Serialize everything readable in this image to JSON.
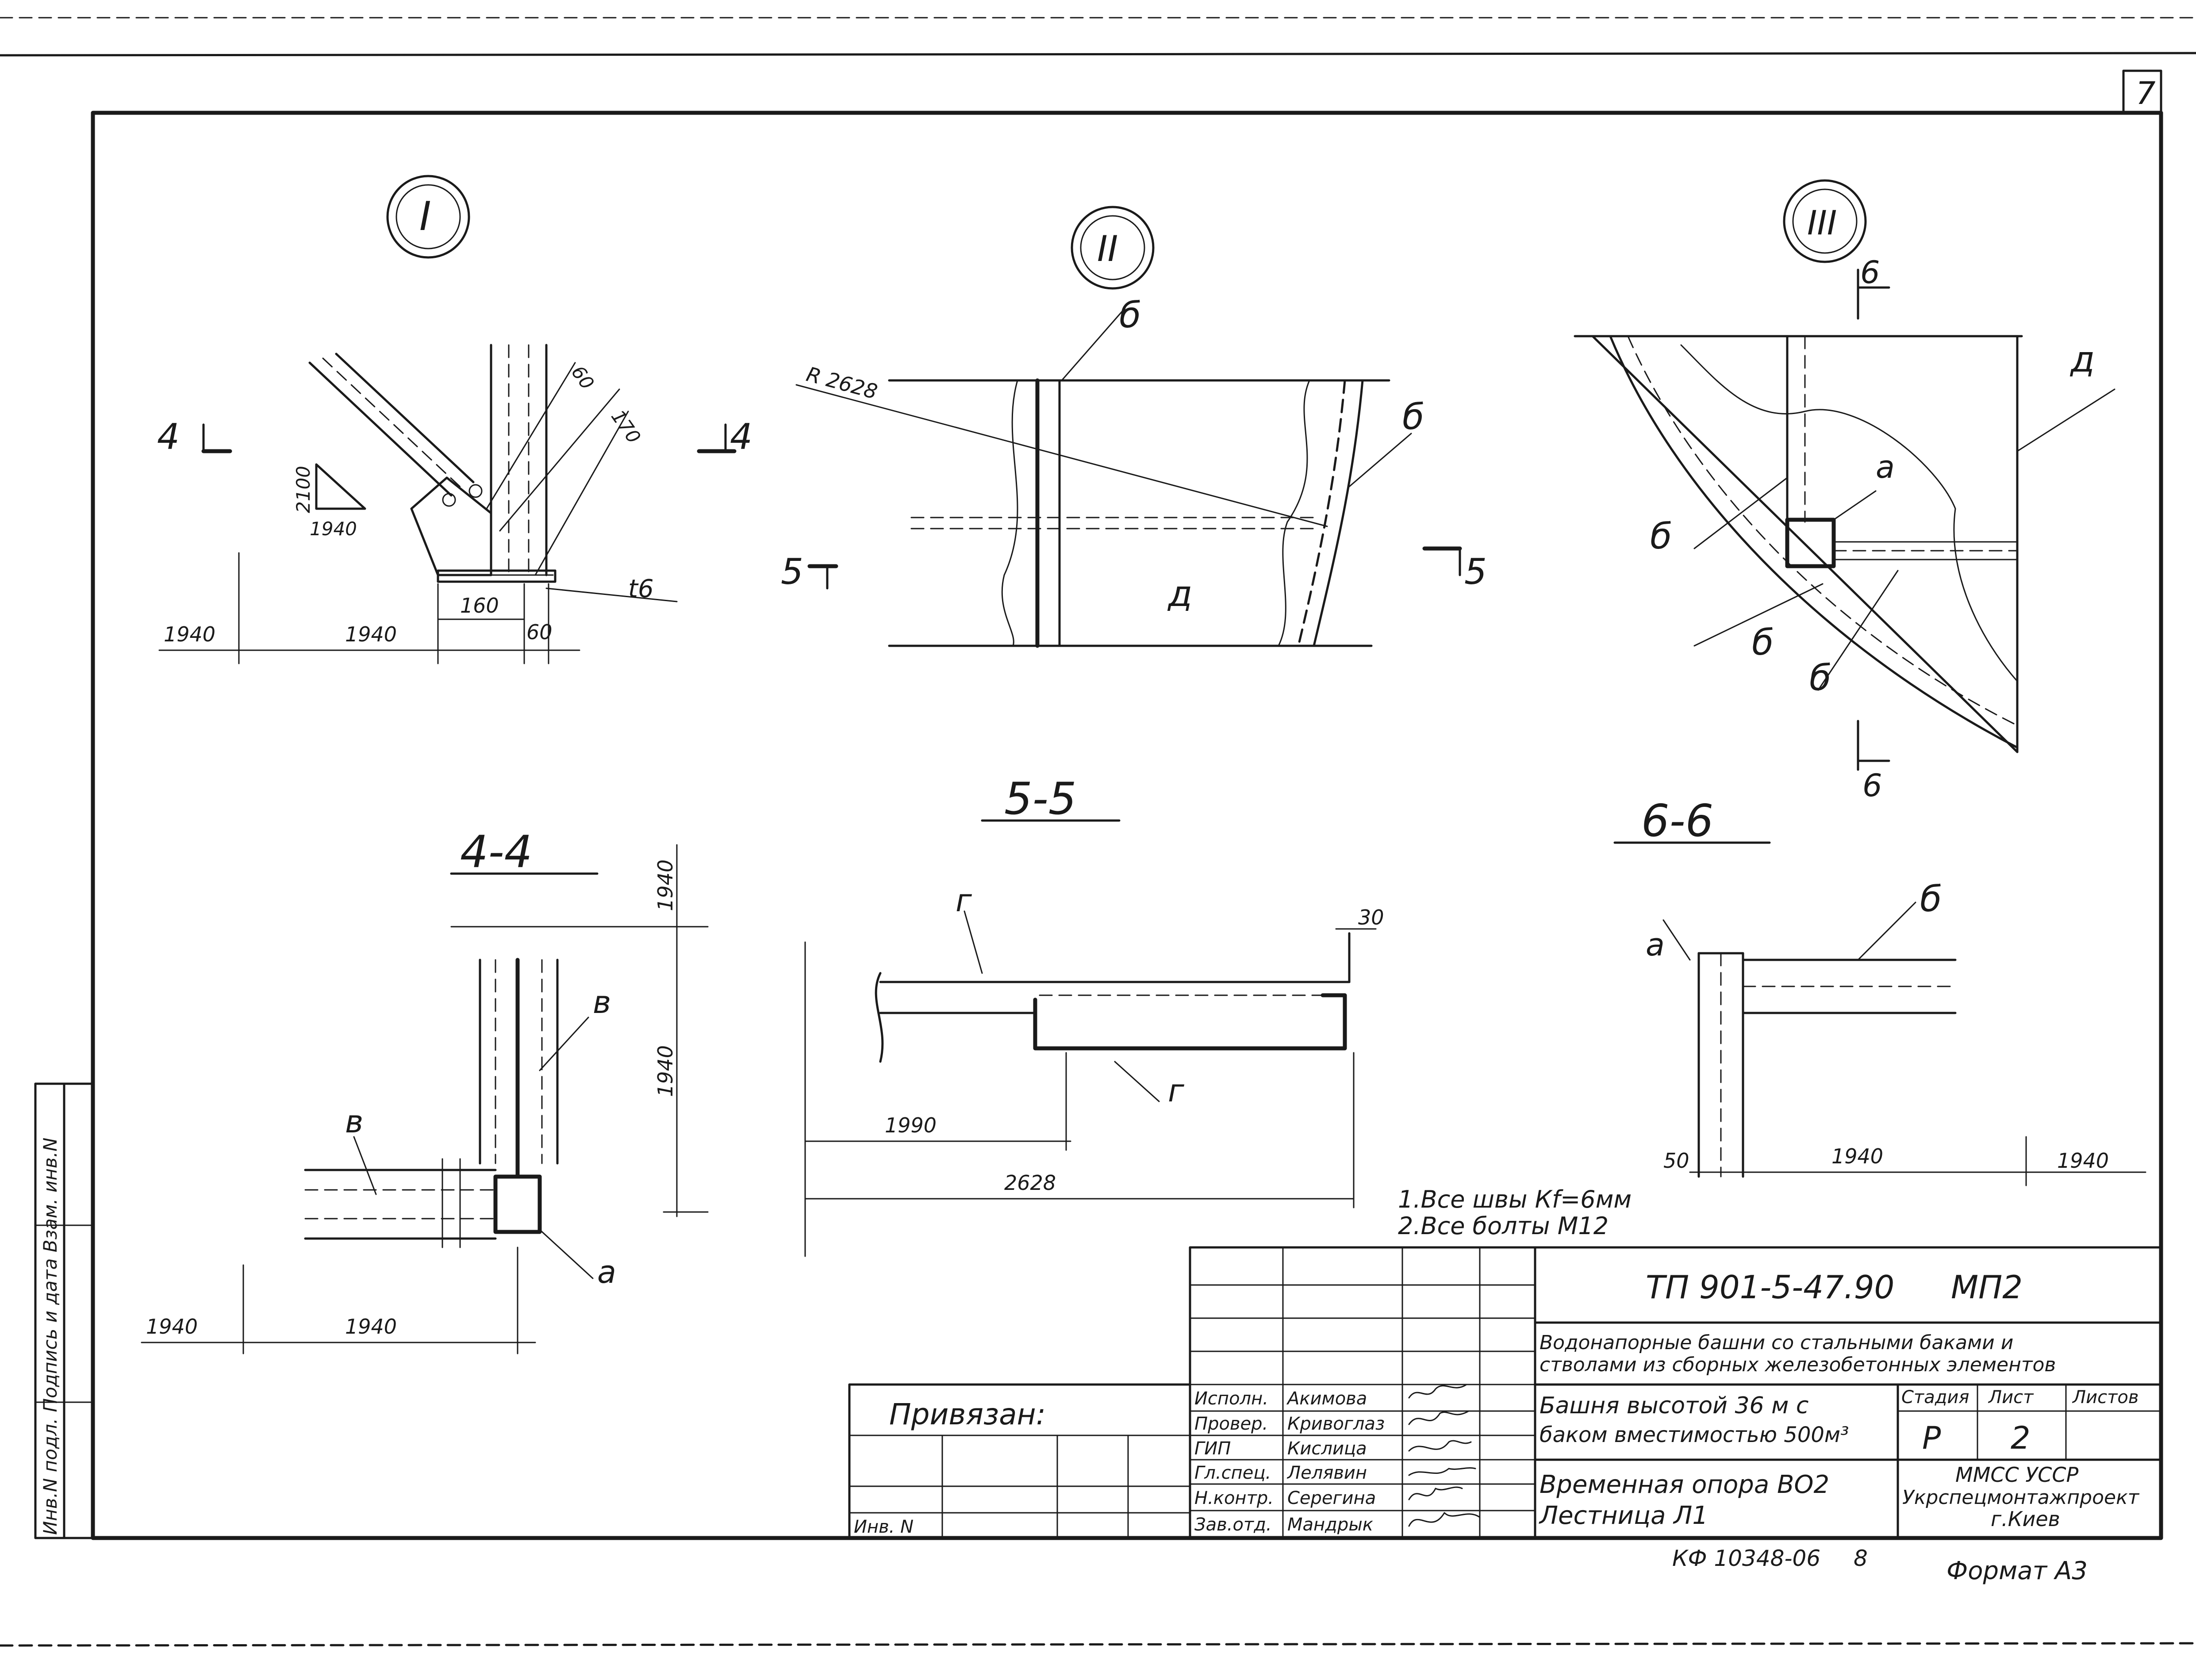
{
  "sheet": {
    "sheet_number": "7",
    "format": "Формат А3",
    "archive_code": "КФ 10348-06",
    "archive_num": "8",
    "stamp_privyazan": "Привязан:",
    "inv_label": "Инв. N",
    "side_stamp": "Инв.N подл. Подпись и дата Взам. инв.N"
  },
  "nodes": {
    "node1": "I",
    "node2": "II",
    "node3": "III"
  },
  "sections": {
    "s44": "4-4",
    "s55": "5-5",
    "s66": "6-6",
    "cut4_left": "4",
    "cut4_right": "4",
    "cut5_left": "5",
    "cut5_right": "5",
    "cut6_top": "6",
    "cut6_bottom": "6"
  },
  "labels": {
    "a": "а",
    "b": "б",
    "v": "в",
    "g": "г",
    "d": "д",
    "radius": "R 2628",
    "plate": "t6"
  },
  "dims": {
    "d1940": "1940",
    "d160": "160",
    "d60": "60",
    "d170": "170",
    "d2100": "2100",
    "d1990": "1990",
    "d2628": "2628",
    "d30": "30",
    "d50": "50"
  },
  "notes": {
    "n1": "1.Все швы Кf=6мм",
    "n2": "2.Все болты М12"
  },
  "title_block": {
    "doc_code": "ТП 901-5-47.90",
    "series": "МП2",
    "project_line1": "Водонапорные башни со стальными баками и",
    "project_line2": "стволами из сборных железобетонных элементов",
    "object_line1": "Башня высотой 36 м с",
    "object_line2": "баком вместимостью 500м³",
    "drawing_line1": "Временная опора ВО2",
    "drawing_line2": "Лестница Л1",
    "stage_header": "Стадия",
    "sheet_header": "Лист",
    "sheets_header": "Листов",
    "stage": "Р",
    "sheet": "2",
    "org_line1": "ММСС УССР",
    "org_line2": "Укрспецмонтажпроект",
    "org_line3": "г.Киев",
    "roles": [
      {
        "role": "Исполн.",
        "name": "Акимова"
      },
      {
        "role": "Провер.",
        "name": "Кривоглаз"
      },
      {
        "role": "ГИП",
        "name": "Кислица"
      },
      {
        "role": "Гл.спец.",
        "name": "Лелявин"
      },
      {
        "role": "Н.контр.",
        "name": "Серегина"
      },
      {
        "role": "Зав.отд.",
        "name": "Мандрык"
      }
    ]
  }
}
